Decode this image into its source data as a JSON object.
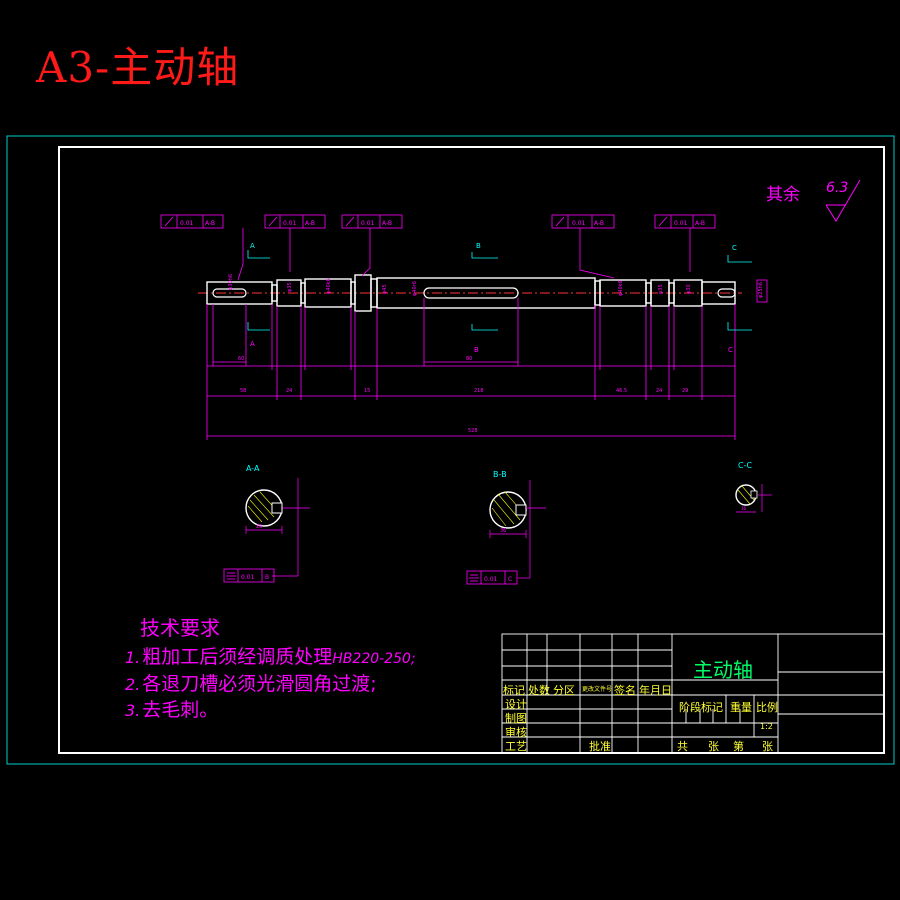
{
  "header": {
    "title": "A3-主动轴"
  },
  "technical_requirements": {
    "title": "技术要求",
    "items": [
      {
        "num": "1.",
        "text": "粗加工后须经调质处理",
        "suffix": "HB220-250;"
      },
      {
        "num": "2.",
        "text": "各退刀槽必须光滑圆角过渡;",
        "suffix": ""
      },
      {
        "num": "3.",
        "text": "去毛刺。",
        "suffix": ""
      }
    ]
  },
  "roughness": {
    "label": "其余",
    "value": "6.3"
  },
  "title_block": {
    "part_name": "主动轴",
    "cells": {
      "mark": "标记",
      "count": "处数",
      "zone": "分区",
      "doc_no": "更改文件号",
      "sign": "签名",
      "date": "年月日",
      "design": "设计",
      "draft": "制图",
      "review": "审核",
      "process": "工艺",
      "approve": "批准",
      "stage_mark": "阶段标记",
      "weight": "重量",
      "scale": "比例",
      "scale_val": "1:2",
      "total": "共",
      "sheets": "张",
      "nth": "第",
      "sheet": "张"
    }
  },
  "tolerances": {
    "t1": {
      "value": "0.01",
      "datum": "A-B"
    },
    "t2": {
      "value": "0.01",
      "datum": "A-B"
    },
    "t3": {
      "value": "0.01",
      "datum": "A-B"
    },
    "t4": {
      "value": "0.01",
      "datum": "A-B"
    },
    "t5": {
      "value": "0.01",
      "datum": "A-B"
    },
    "sym_a": {
      "value": "0.01",
      "datum": "B"
    },
    "sym_b": {
      "value": "0.01",
      "datum": "C"
    }
  },
  "sections": {
    "a": "A-A",
    "b": "B-B",
    "c": "C-C"
  },
  "cut_labels": {
    "a": "A",
    "b": "B",
    "c": "C"
  },
  "colors": {
    "frame": "#ffffff",
    "outer_frame": "#00cccc",
    "dim": "#ff00ff",
    "shaft": "#ffffff",
    "center": "#ff3333",
    "hatch": "#ffff00",
    "table_text": "#ffff33",
    "part_name": "#00ff66",
    "header": "#ff1a1a"
  }
}
